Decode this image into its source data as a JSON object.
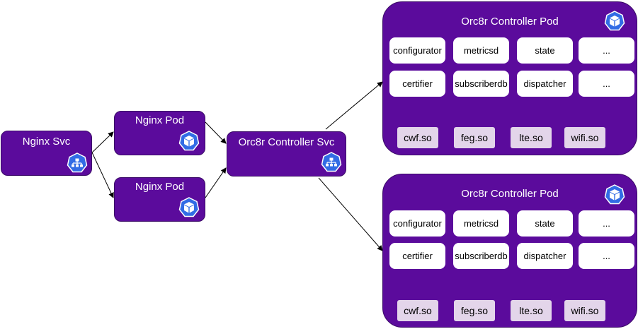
{
  "nginx_svc": {
    "title": "Nginx Svc"
  },
  "nginx_pods": [
    {
      "title": "Nginx Pod"
    },
    {
      "title": "Nginx Pod"
    }
  ],
  "controller_svc": {
    "title": "Orc8r Controller Svc"
  },
  "controller_pods": [
    {
      "title": "Orc8r Controller Pod",
      "services": [
        "configurator",
        "metricsd",
        "state",
        "...",
        "certifier",
        "subscriberdb",
        "dispatcher",
        "..."
      ],
      "plugins": [
        "cwf.so",
        "feg.so",
        "lte.so",
        "wifi.so"
      ]
    },
    {
      "title": "Orc8r Controller Pod",
      "services": [
        "configurator",
        "metricsd",
        "state",
        "...",
        "certifier",
        "subscriberdb",
        "dispatcher",
        "..."
      ],
      "plugins": [
        "cwf.so",
        "feg.so",
        "lte.so",
        "wifi.so"
      ]
    }
  ],
  "colors": {
    "box_fill": "#5b0b9c",
    "plugin_fill": "#e3d5ea",
    "k8s_icon": "#326ce5"
  },
  "icons": {
    "service": "k8s-service-icon",
    "pod": "k8s-pod-icon"
  }
}
